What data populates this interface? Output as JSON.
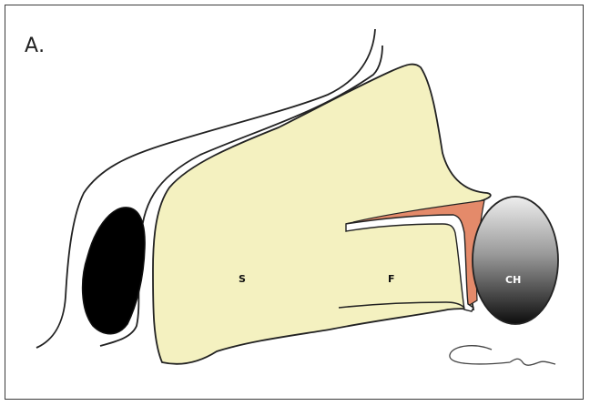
{
  "panel_letter": "A.",
  "labels": {
    "s": "S",
    "f": "F",
    "ch": "CH"
  },
  "colors": {
    "structure_fill": "#f4f1c0",
    "ligament_fill": "#e48a6a",
    "outline": "#222222",
    "dark_body": "#000000",
    "head_light": "#e6e6e6",
    "head_dark": "#111111"
  }
}
